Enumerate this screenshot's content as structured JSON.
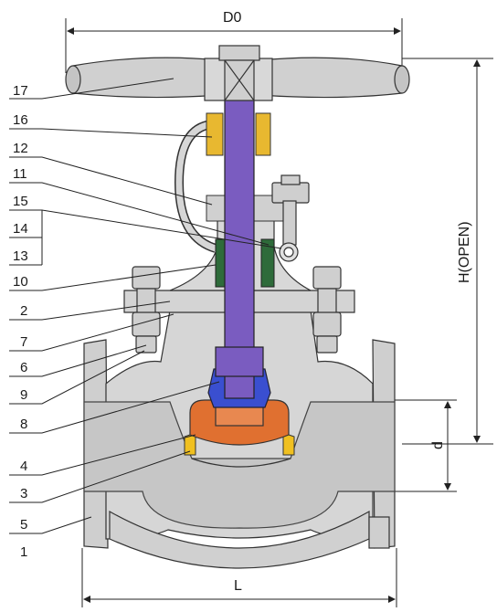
{
  "dimensions": {
    "d0": "D0",
    "h_open": "H(OPEN)",
    "d": "d",
    "l": "L"
  },
  "part_numbers": [
    "17",
    "16",
    "12",
    "11",
    "15",
    "14",
    "13",
    "10",
    "2",
    "7",
    "6",
    "9",
    "8",
    "4",
    "3",
    "5",
    "1"
  ],
  "colors": {
    "body": "#d4d4d4",
    "body_shade": "#b8b8b8",
    "stem": "#7a5cc0",
    "disc": "#e07030",
    "bolt_nut": "#cfcfcf",
    "packing_gland_bushing": "#e8b830",
    "seat_ring": "#f0c020",
    "packing": "#2e6b3a",
    "disc_nut": "#3a4fd0"
  }
}
